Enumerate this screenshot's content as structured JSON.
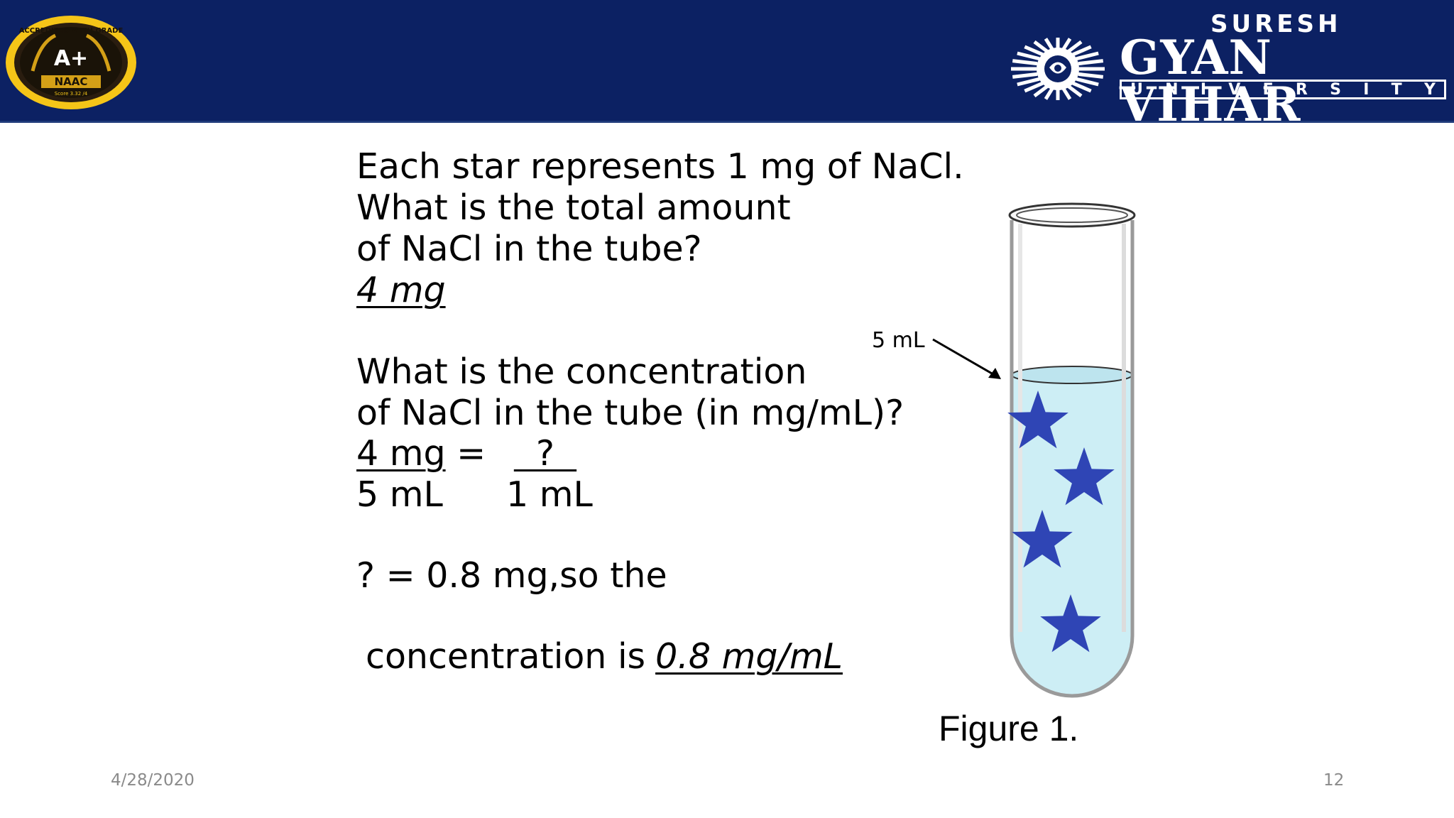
{
  "header": {
    "naac_badge": {
      "top_text": "ACCREDITED WITH GRADE",
      "grade": "A+",
      "label": "NAAC",
      "score": "Score 3.32 /4"
    },
    "university": {
      "line1": "SURESH",
      "line2": "GYAN VIHAR",
      "line3": [
        "U",
        "N",
        "I",
        "V",
        "E",
        "R",
        "S",
        "I",
        "T",
        "Y"
      ]
    }
  },
  "question1": {
    "lines": [
      "Each star represents 1 mg of NaCl.",
      "What is the total amount",
      "of NaCl in the tube?"
    ],
    "answer": "4 mg"
  },
  "question2": {
    "lines": [
      "What is the concentration",
      "of NaCl in the tube (in mg/mL)?"
    ],
    "fraction_left_num": "4 mg",
    "equals": " = ",
    "fraction_right_num": "  ?  ",
    "fraction_left_den": "5 mL",
    "fraction_right_den": "1 mL",
    "result_line": "? = 0.8 mg,so the",
    "conclusion_prefix": "concentration is",
    "conclusion_value": "0.8 mg/mL"
  },
  "figure": {
    "volume_label": "5 mL",
    "caption": "Figure 1.",
    "star_count": 4,
    "liquid_color": "#cdeef5",
    "star_color": "#2f45b5"
  },
  "footer": {
    "date": "4/28/2020",
    "page": "12"
  },
  "colors": {
    "header_bg": "#0c2163",
    "footer_text": "#8a8a8a"
  }
}
